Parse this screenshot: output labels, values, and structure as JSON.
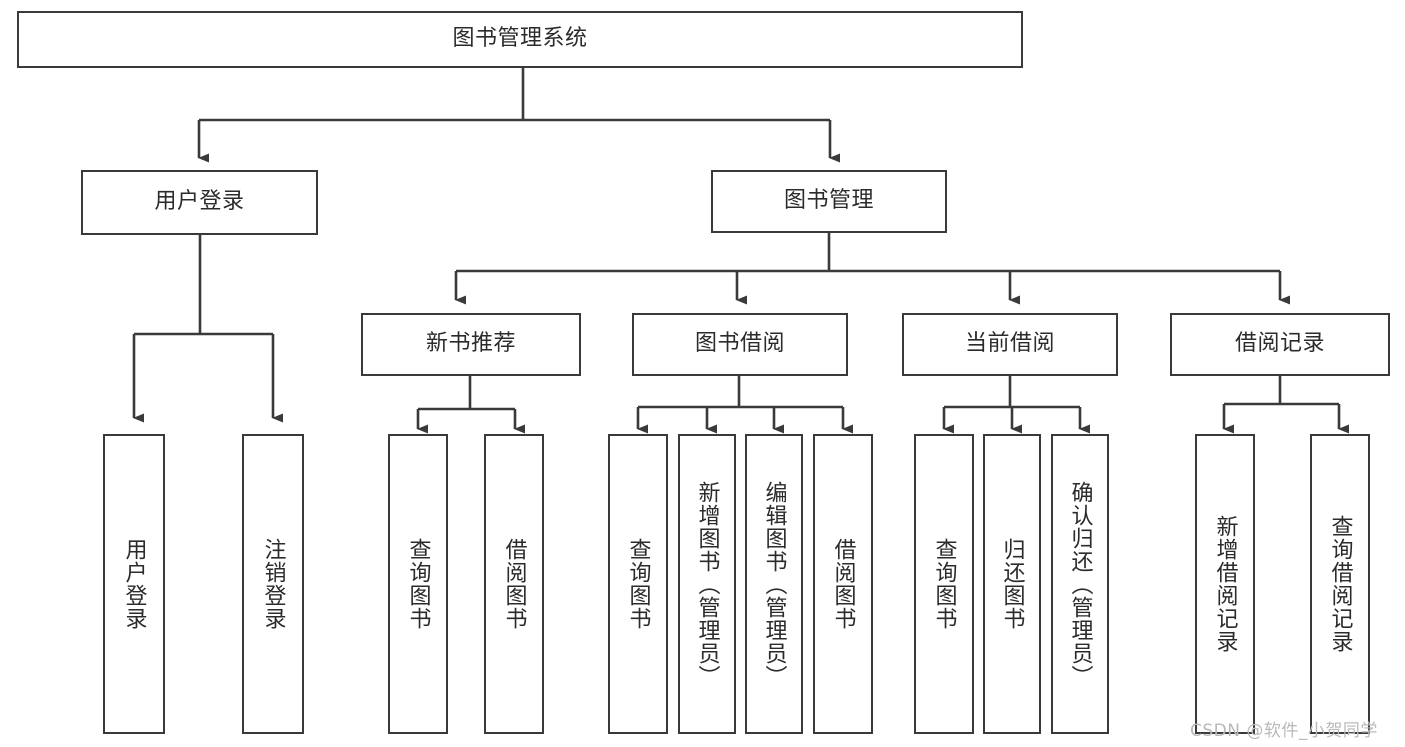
{
  "diagram": {
    "type": "tree",
    "title": "图书管理系统",
    "colors": {
      "box_border": "#3a3a3a",
      "box_fill": "#ffffff",
      "edge": "#3a3a3a",
      "text": "#2b2b2b",
      "watermark": "#b9b9b9",
      "background": "#ffffff"
    },
    "nodes": {
      "root": {
        "label": "图书管理系统",
        "orientation": "horizontal"
      },
      "level2": [
        {
          "id": "user-login",
          "label": "用户登录",
          "orientation": "horizontal"
        },
        {
          "id": "book-management",
          "label": "图书管理",
          "orientation": "horizontal"
        }
      ],
      "level3": [
        {
          "id": "new-book-recommend",
          "label": "新书推荐",
          "orientation": "horizontal"
        },
        {
          "id": "book-borrow",
          "label": "图书借阅",
          "orientation": "horizontal"
        },
        {
          "id": "current-borrow",
          "label": "当前借阅",
          "orientation": "horizontal"
        },
        {
          "id": "borrow-record",
          "label": "借阅记录",
          "orientation": "horizontal"
        }
      ],
      "leaves": [
        {
          "id": "leaf-user-login",
          "parent": "user-login",
          "label": "用户登录",
          "orientation": "vertical"
        },
        {
          "id": "leaf-logout",
          "parent": "user-login",
          "label": "注销登录",
          "orientation": "vertical"
        },
        {
          "id": "leaf-query-book-1",
          "parent": "new-book-recommend",
          "label": "查询图书",
          "orientation": "vertical"
        },
        {
          "id": "leaf-borrow-book-1",
          "parent": "new-book-recommend",
          "label": "借阅图书",
          "orientation": "vertical"
        },
        {
          "id": "leaf-query-book-2",
          "parent": "book-borrow",
          "label": "查询图书",
          "orientation": "vertical"
        },
        {
          "id": "leaf-add-book",
          "parent": "book-borrow",
          "label": "新增图书（管理员）",
          "orientation": "vertical"
        },
        {
          "id": "leaf-edit-book",
          "parent": "book-borrow",
          "label": "编辑图书（管理员）",
          "orientation": "vertical"
        },
        {
          "id": "leaf-borrow-book-2",
          "parent": "book-borrow",
          "label": "借阅图书",
          "orientation": "vertical"
        },
        {
          "id": "leaf-query-book-3",
          "parent": "current-borrow",
          "label": "查询图书",
          "orientation": "vertical"
        },
        {
          "id": "leaf-return-book",
          "parent": "current-borrow",
          "label": "归还图书",
          "orientation": "vertical"
        },
        {
          "id": "leaf-confirm-return",
          "parent": "current-borrow",
          "label": "确认归还（管理员）",
          "orientation": "vertical"
        },
        {
          "id": "leaf-add-record",
          "parent": "borrow-record",
          "label": "新增借阅记录",
          "orientation": "vertical"
        },
        {
          "id": "leaf-query-record",
          "parent": "borrow-record",
          "label": "查询借阅记录",
          "orientation": "vertical"
        }
      ]
    },
    "watermark": "CSDN @软件_小贺同学"
  }
}
